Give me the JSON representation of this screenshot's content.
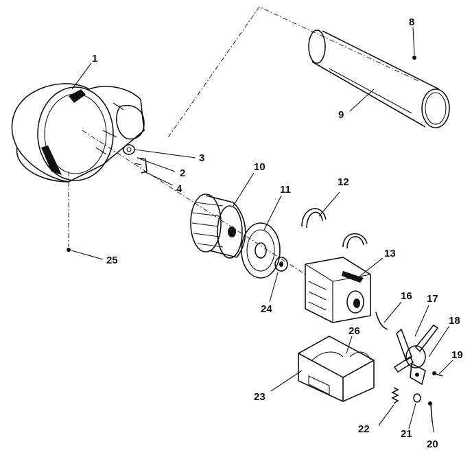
{
  "diagram": {
    "labels": [
      {
        "id": "1",
        "text": "1"
      },
      {
        "id": "2",
        "text": "2"
      },
      {
        "id": "3",
        "text": "3"
      },
      {
        "id": "4",
        "text": "4"
      },
      {
        "id": "8",
        "text": "8"
      },
      {
        "id": "9",
        "text": "9"
      },
      {
        "id": "10",
        "text": "10"
      },
      {
        "id": "11",
        "text": "11"
      },
      {
        "id": "12",
        "text": "12"
      },
      {
        "id": "13",
        "text": "13"
      },
      {
        "id": "16",
        "text": "16"
      },
      {
        "id": "17",
        "text": "17"
      },
      {
        "id": "18",
        "text": "18"
      },
      {
        "id": "19",
        "text": "19"
      },
      {
        "id": "20",
        "text": "20"
      },
      {
        "id": "21",
        "text": "21"
      },
      {
        "id": "22",
        "text": "22"
      },
      {
        "id": "23",
        "text": "23"
      },
      {
        "id": "24",
        "text": "24"
      },
      {
        "id": "25",
        "text": "25"
      },
      {
        "id": "26",
        "text": "26"
      }
    ],
    "ink_color": "#111111",
    "paper_color": "#ffffff"
  }
}
